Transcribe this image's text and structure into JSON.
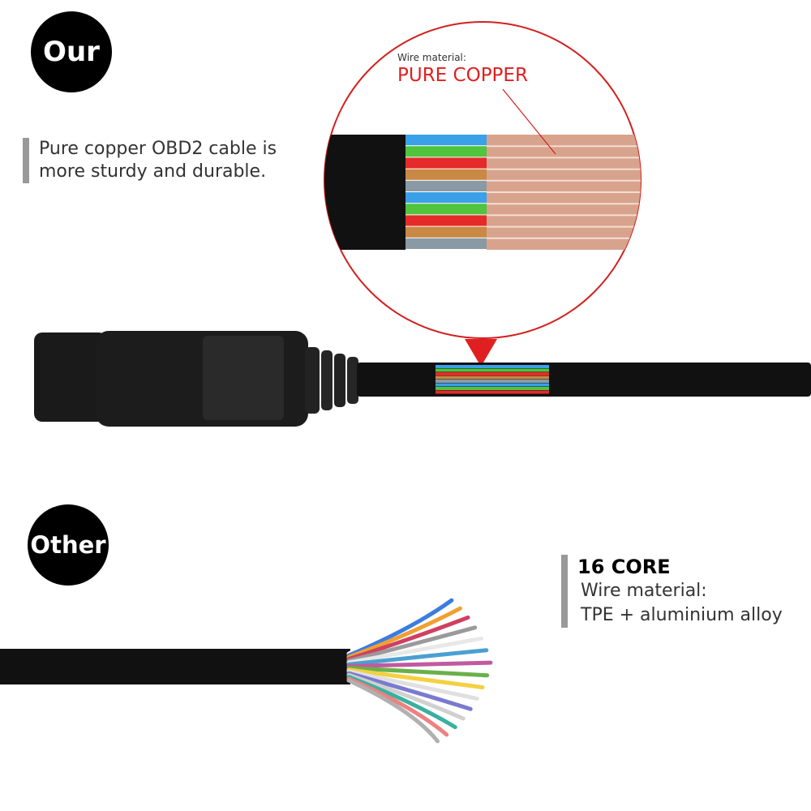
{
  "badges": {
    "our": "Our",
    "other": "Other"
  },
  "our": {
    "line1": "Pure copper OBD2 cable is",
    "line2": "more sturdy and durable.",
    "wire_material_label": "Wire material:",
    "wire_material_value": "PURE COPPER"
  },
  "other": {
    "title": "16 CORE",
    "line1": "Wire material:",
    "line2": "TPE + aluminium alloy"
  },
  "colors": {
    "accent_red": "#e02020",
    "cable_black": "#111111",
    "copper": "#d8a38c",
    "stripe_palette": [
      "#3aa0e8",
      "#4fc43c",
      "#e52a2a",
      "#c98843",
      "#8a9aa5"
    ]
  }
}
